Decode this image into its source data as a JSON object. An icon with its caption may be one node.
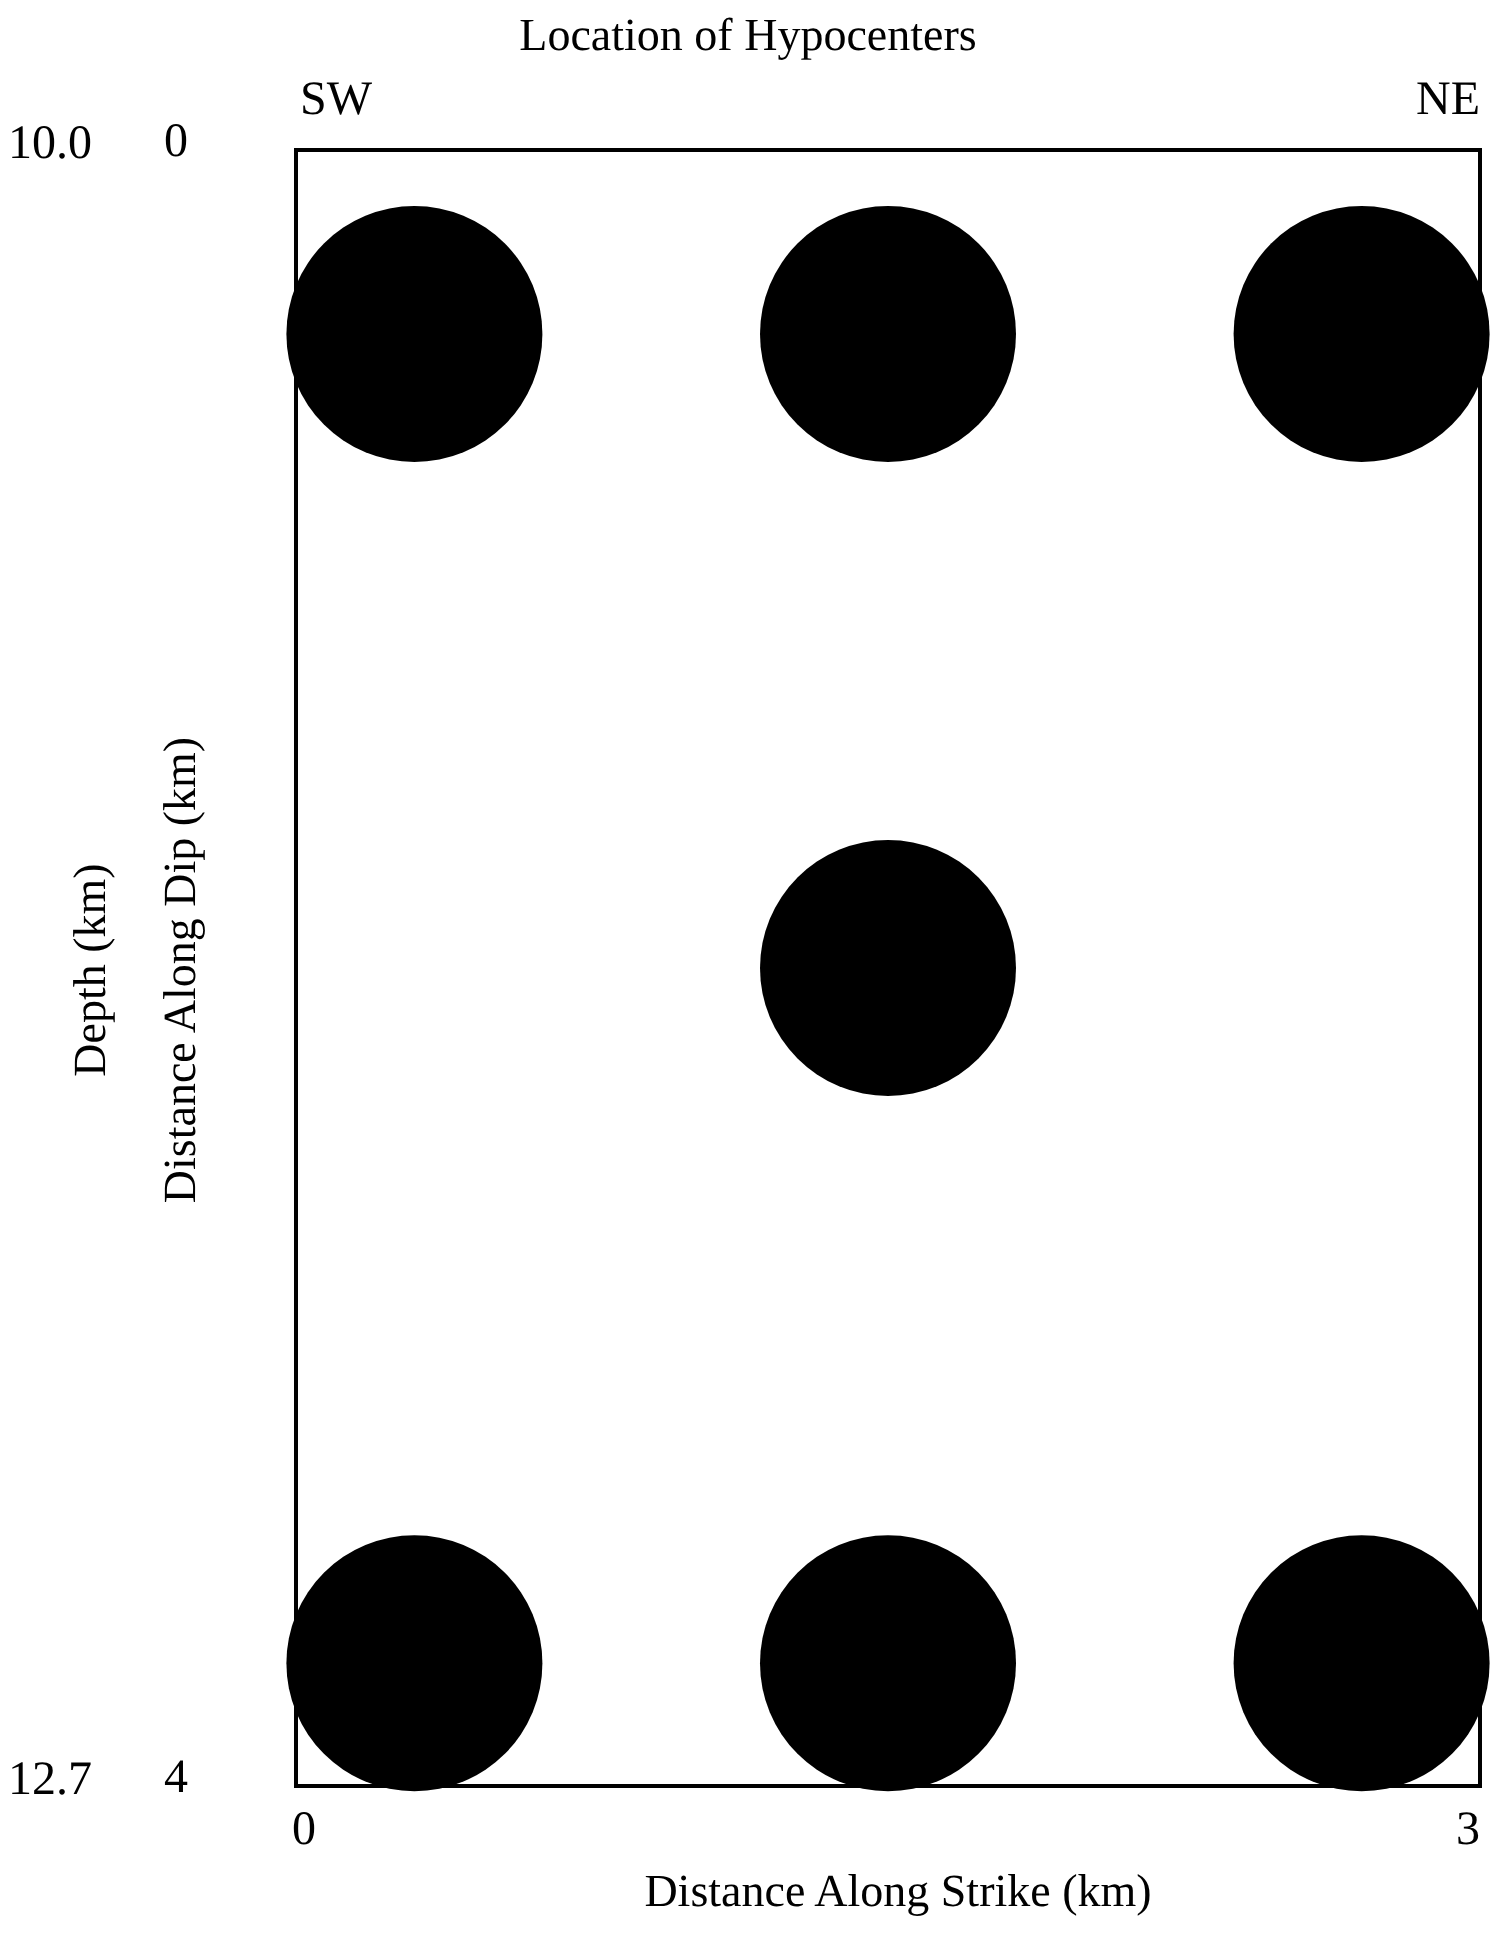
{
  "diagram": {
    "title": "Location of Hypocenters",
    "labels": [
      "SW",
      "NE",
      "10.0",
      "12.7",
      "Depth (km)"
    ],
    "chart_data": {
      "type": "scatter",
      "xlabel": "Distance Along Strike (km)",
      "ylabel": "Distance Along Dip (km)",
      "x": [
        0.3,
        1.5,
        2.7,
        1.5,
        0.3,
        1.5,
        2.7
      ],
      "series": [
        {
          "color": "#000000",
          "values": [
            0.45,
            0.45,
            0.45,
            2.0,
            3.7,
            3.7,
            3.7
          ]
        }
      ],
      "xlim": [
        0,
        3
      ],
      "ylim": [
        4,
        0
      ],
      "xticks": [
        0,
        3
      ],
      "yticks": [
        0,
        4
      ]
    }
  }
}
